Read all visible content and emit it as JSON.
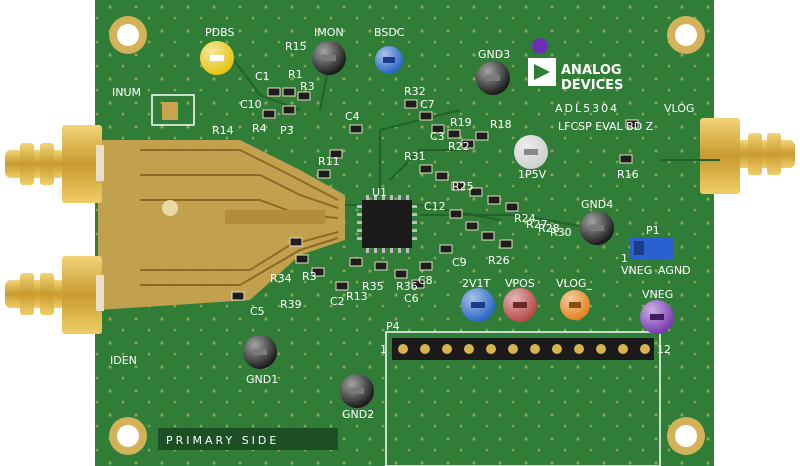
{
  "board": {
    "brand_line1": "ANALOG",
    "brand_line2": "DEVICES",
    "part_number": "ADL5304",
    "board_desc": "LFCSP EVAL BD Z",
    "side_label": "PRIMARY SIDE",
    "ic_label": "U1",
    "header_label": "P4",
    "header_pin_first": "1",
    "header_pin_last": "12",
    "jumper_label": "P1",
    "jumper_pin1": "1",
    "jumper_left": "VNEG",
    "jumper_right": "AGND",
    "colors": {
      "pcb": "#2f7d37",
      "pcb_dark": "#216329",
      "copper": "#c9a34e",
      "gold": "#d8b24f",
      "silkscreen": "#ffffff",
      "brand_mark": "#1d3b8c",
      "accent_purple": "#6a2fb4"
    }
  },
  "test_points": [
    {
      "label": "PDBS",
      "color": "#e8c40f"
    },
    {
      "label": "IMON",
      "color": "#1b1b1b"
    },
    {
      "label": "BSDC",
      "color": "#2a67c6"
    },
    {
      "label": "GND3",
      "color": "#1b1b1b"
    },
    {
      "label": "1P5V",
      "color": "#d0d0d0"
    },
    {
      "label": "GND4",
      "color": "#1b1b1b"
    },
    {
      "label": "2V1T",
      "color": "#2a67c6"
    },
    {
      "label": "VPOS",
      "color": "#b64a47"
    },
    {
      "label": "VLOG_",
      "color": "#e5831f"
    },
    {
      "label": "VNEG",
      "color": "#7a3bb2"
    },
    {
      "label": "GND1",
      "color": "#1b1b1b"
    },
    {
      "label": "GND2",
      "color": "#1b1b1b"
    }
  ],
  "connectors": {
    "inum": "INUM",
    "iden": "IDEN",
    "vlog": "VLOG"
  },
  "components": {
    "r15": "R15",
    "r1": "R1",
    "r3": "R3",
    "c1": "C1",
    "c10": "C10",
    "r14": "R14",
    "r4": "R4",
    "p3": "P3",
    "r32": "R32",
    "c7": "C7",
    "c3": "C3",
    "r19": "R19",
    "r18": "R18",
    "c4": "C4",
    "r11": "R11",
    "r31": "R31",
    "r22": "R22",
    "r25": "R25",
    "c12": "C12",
    "r24": "R24",
    "r27": "R27",
    "r28": "R28",
    "r30": "R30",
    "r26": "R26",
    "c9": "C9",
    "r16": "R16",
    "r34": "R34",
    "r3b": "R3",
    "r39": "R39",
    "r13": "R13",
    "c2": "C2",
    "r35": "R35",
    "r36": "R36",
    "c6": "C6",
    "c8": "C8",
    "c5": "C5"
  }
}
